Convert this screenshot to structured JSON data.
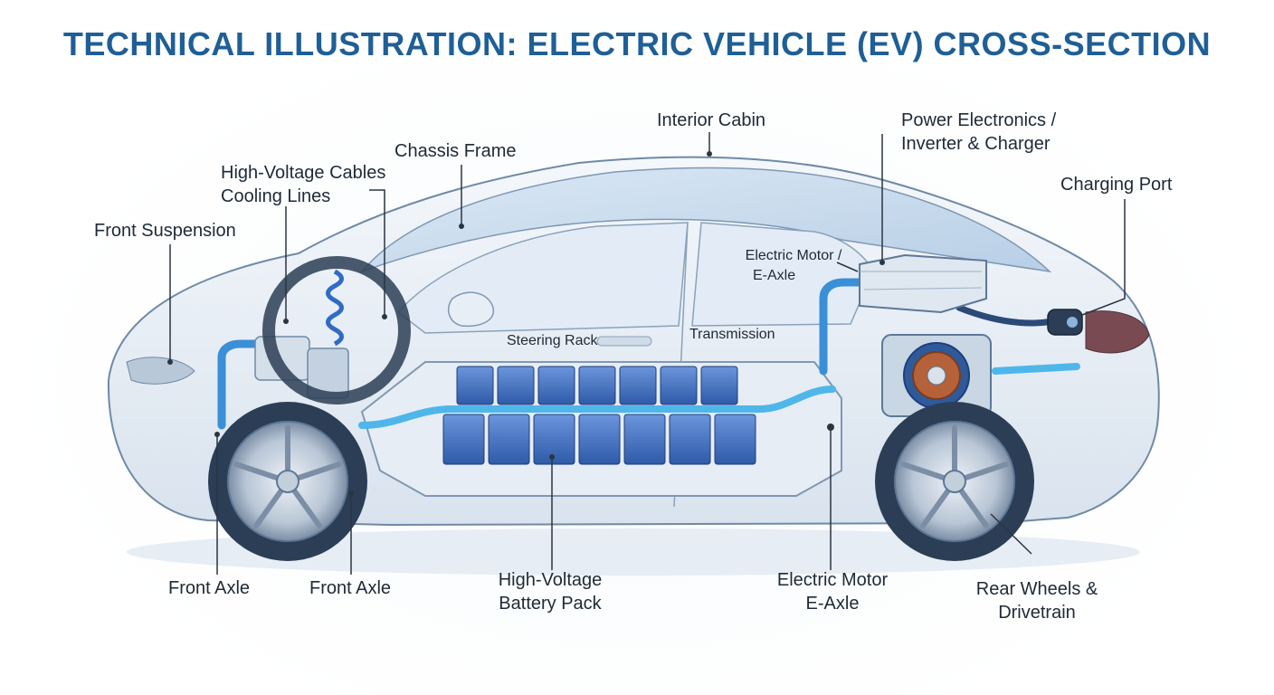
{
  "title": "TECHNICAL ILLUSTRATION: ELECTRIC VEHICLE (EV) CROSS-SECTION",
  "labels": {
    "interior_cabin": [
      "Interior Cabin"
    ],
    "power_electronics": [
      "Power Electronics /",
      "Inverter & Charger"
    ],
    "chassis_frame": [
      "Chassis Frame"
    ],
    "hv_cables": [
      "High-Voltage Cables",
      "Cooling Lines"
    ],
    "charging_port": [
      "Charging Port"
    ],
    "front_suspension": [
      "Front Suspension"
    ],
    "electric_motor_upper": [
      "Electric Motor /",
      "E-Axle"
    ],
    "steering_rack": [
      "Steering Rack"
    ],
    "transmission": [
      "Transmission"
    ],
    "front_axle_left": [
      "Front Axle"
    ],
    "front_axle_right": [
      "Front Axle"
    ],
    "battery_pack": [
      "High-Voltage",
      "Battery Pack"
    ],
    "electric_motor_lower": [
      "Electric Motor",
      "E-Axle"
    ],
    "rear_wheels": [
      "Rear Wheels &",
      "Drivetrain"
    ]
  },
  "colors": {
    "title": "#1f5f96",
    "body_outline": "#6f8aa6",
    "battery_cell": "#3f6fc4",
    "coolant_line": "#4fb6ea",
    "motor_copper": "#b5613a",
    "tire": "#2c3e55"
  }
}
